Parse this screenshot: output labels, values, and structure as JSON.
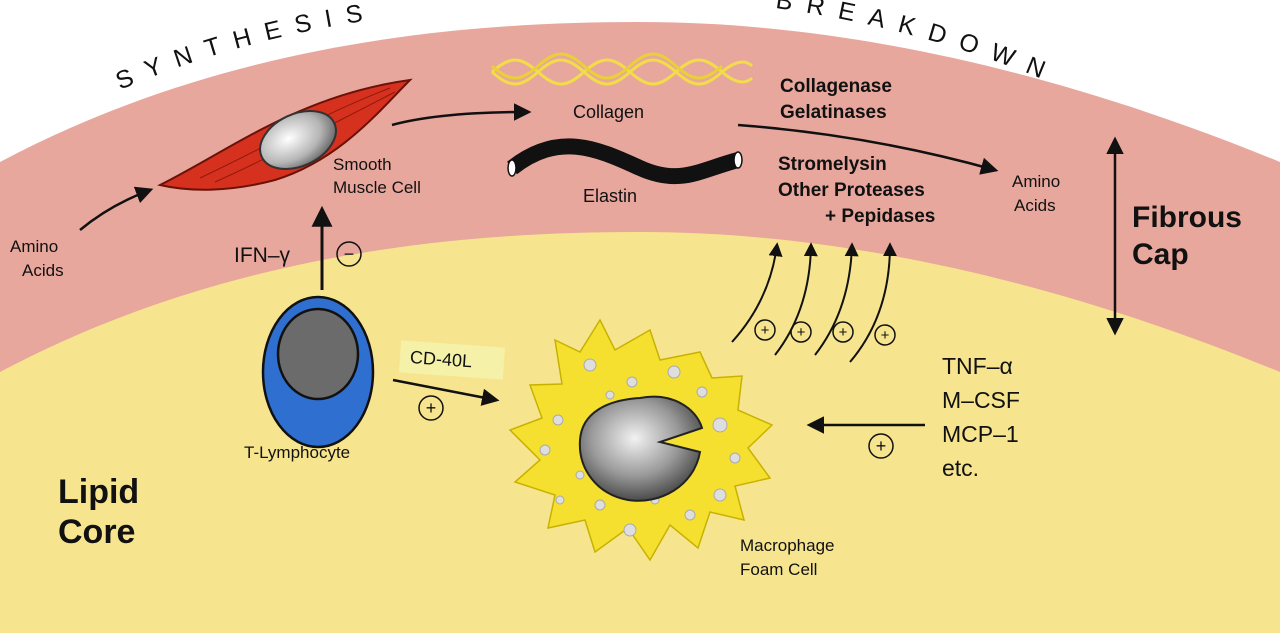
{
  "colors": {
    "fibrous_cap": "#e8a79d",
    "lipid_core": "#f6e58e",
    "smooth_muscle": "#d6301e",
    "collagen": "#f2dc4a",
    "t_cell_membrane": "#2f6fd0",
    "nucleus": "#6b6b6b",
    "foam_cell": "#f5e030"
  },
  "headings": {
    "synthesis": "SYNTHESIS",
    "breakdown": "BREAKDOWN"
  },
  "labels": {
    "amino_acids_left_1": "Amino",
    "amino_acids_left_2": "Acids",
    "smooth_muscle_1": "Smooth",
    "smooth_muscle_2": "Muscle Cell",
    "collagen": "Collagen",
    "elastin": "Elastin",
    "enzymes_1": "Collagenase",
    "enzymes_2": "Gelatinases",
    "enzymes_3": "Stromelysin",
    "enzymes_4": "Other Proteases",
    "enzymes_5": "+ Pepidases",
    "amino_acids_right_1": "Amino",
    "amino_acids_right_2": "Acids",
    "fibrous_cap_1": "Fibrous",
    "fibrous_cap_2": "Cap",
    "ifn": "IFN–γ",
    "t_lymphocyte": "T-Lymphocyte",
    "cd40l": "CD-40L",
    "cytokines_1": "TNF–α",
    "cytokines_2": "M–CSF",
    "cytokines_3": "MCP–1",
    "cytokines_4": "etc.",
    "macrophage_1": "Macrophage",
    "macrophage_2": "Foam Cell",
    "lipid_core_1": "Lipid",
    "lipid_core_2": "Core"
  },
  "signs": {
    "plus": "+",
    "minus": "−"
  }
}
